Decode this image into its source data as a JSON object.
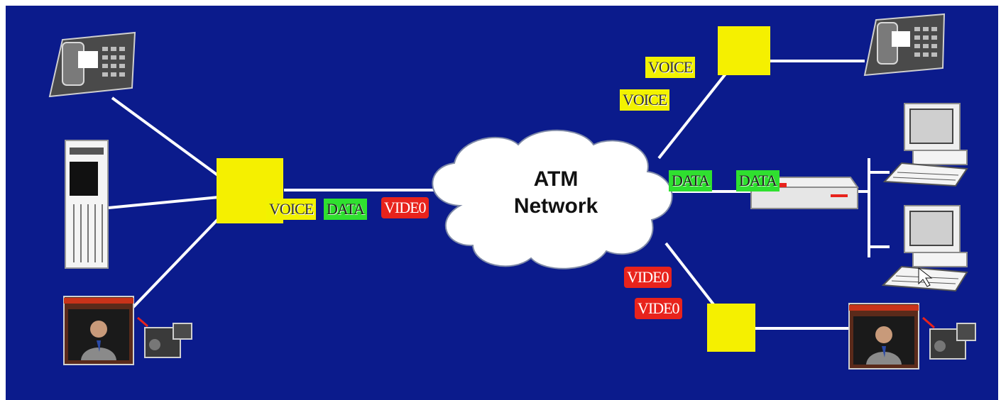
{
  "diagram": {
    "cloud": {
      "line1": "ATM",
      "line2": "Network"
    },
    "packets": {
      "left_voice": "VOICE",
      "left_data": "DATA",
      "left_video": "VIDE0",
      "top_voice_1": "VOICE",
      "top_voice_2": "VOICE",
      "mid_data_1": "DATA",
      "mid_data_2": "DATA",
      "bottom_video_1": "VIDE0",
      "bottom_video_2": "VIDE0"
    }
  },
  "colors": {
    "background": "#0b1b8c",
    "switch": "#f5f000",
    "voice": "#f2f200",
    "data": "#2fe02f",
    "video": "#e8231c",
    "link": "#ffffff",
    "cloud": "#ffffff"
  },
  "icons": [
    "telephone-icon",
    "server-tower-icon",
    "video-screen-icon",
    "video-camera-icon",
    "computer-icon",
    "router-icon",
    "atm-cloud-icon"
  ]
}
